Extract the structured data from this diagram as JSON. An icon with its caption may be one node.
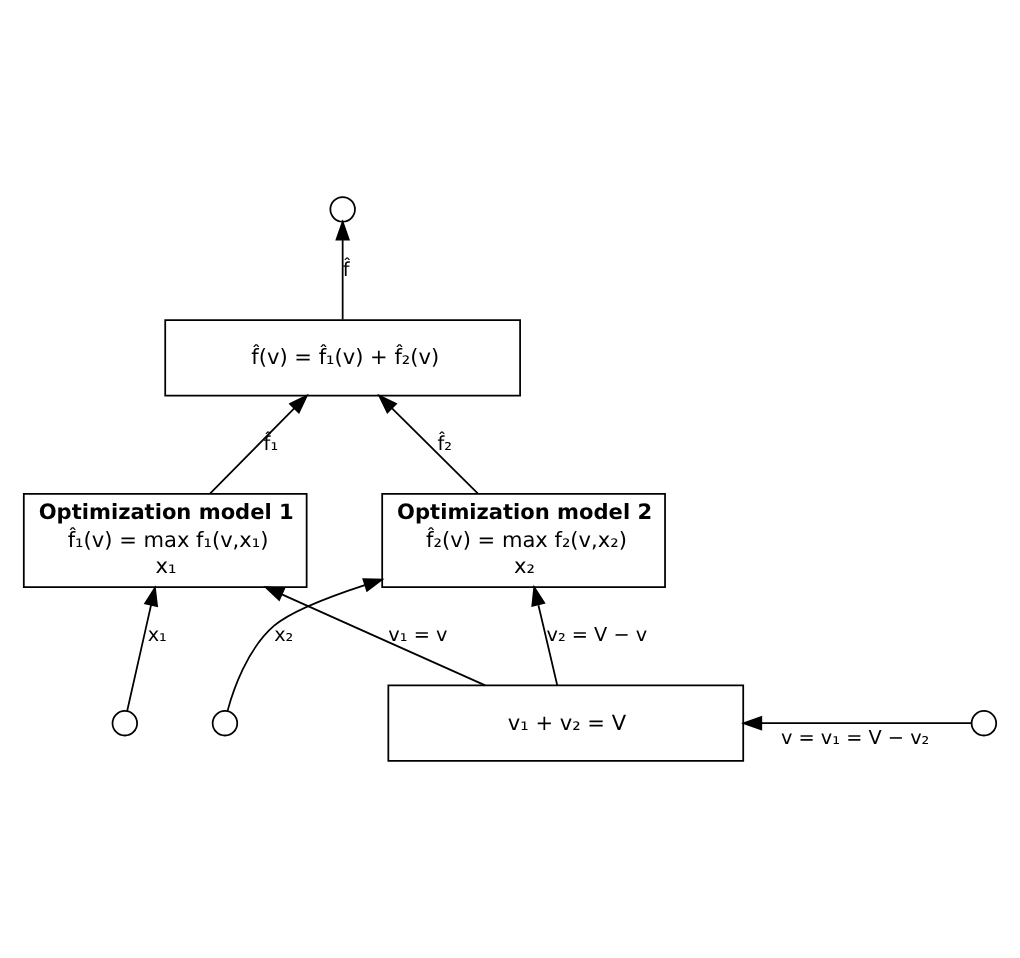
{
  "diagram": {
    "nodes": [
      {
        "text": [],
        "shape": "circle"
      },
      {
        "text": [
          "f̂(v) = f̂₁(v) + f̂₂(v)"
        ]
      },
      {
        "text": [
          "Optimization model 1",
          "f̂₁(v) = max f₁(v,x₁)",
          "x₁"
        ]
      },
      {
        "text": [
          "Optimization model 2",
          "f̂₂(v) = max f₂(v,x₂)",
          "x₂"
        ]
      },
      {
        "text": [],
        "shape": "circle"
      },
      {
        "text": [],
        "shape": "circle"
      },
      {
        "text": [
          "v₁ + v₂ = V"
        ]
      },
      {
        "text": [],
        "shape": "circle"
      }
    ],
    "edges": [
      {
        "from": 1,
        "to": 0,
        "arrow": "to",
        "label": "f̂"
      },
      {
        "from": 2,
        "to": 1,
        "arrow": "to",
        "label": "f̂₁"
      },
      {
        "from": 3,
        "to": 1,
        "arrow": "to",
        "label": "f̂₂"
      },
      {
        "from": 4,
        "to": 2,
        "arrow": "to",
        "label": "x₁"
      },
      {
        "from": 6,
        "to": 2,
        "arrow": "to",
        "label": "v₁ = v"
      },
      {
        "from": 6,
        "to": 3,
        "arrow": "to",
        "label": "v₂ = V − v"
      },
      {
        "from": 5,
        "to": 3,
        "arrow": "to",
        "label": "x₂"
      },
      {
        "from": 7,
        "to": 6,
        "arrow": "to",
        "label": "v = v₁ = V − v₂"
      }
    ]
  }
}
